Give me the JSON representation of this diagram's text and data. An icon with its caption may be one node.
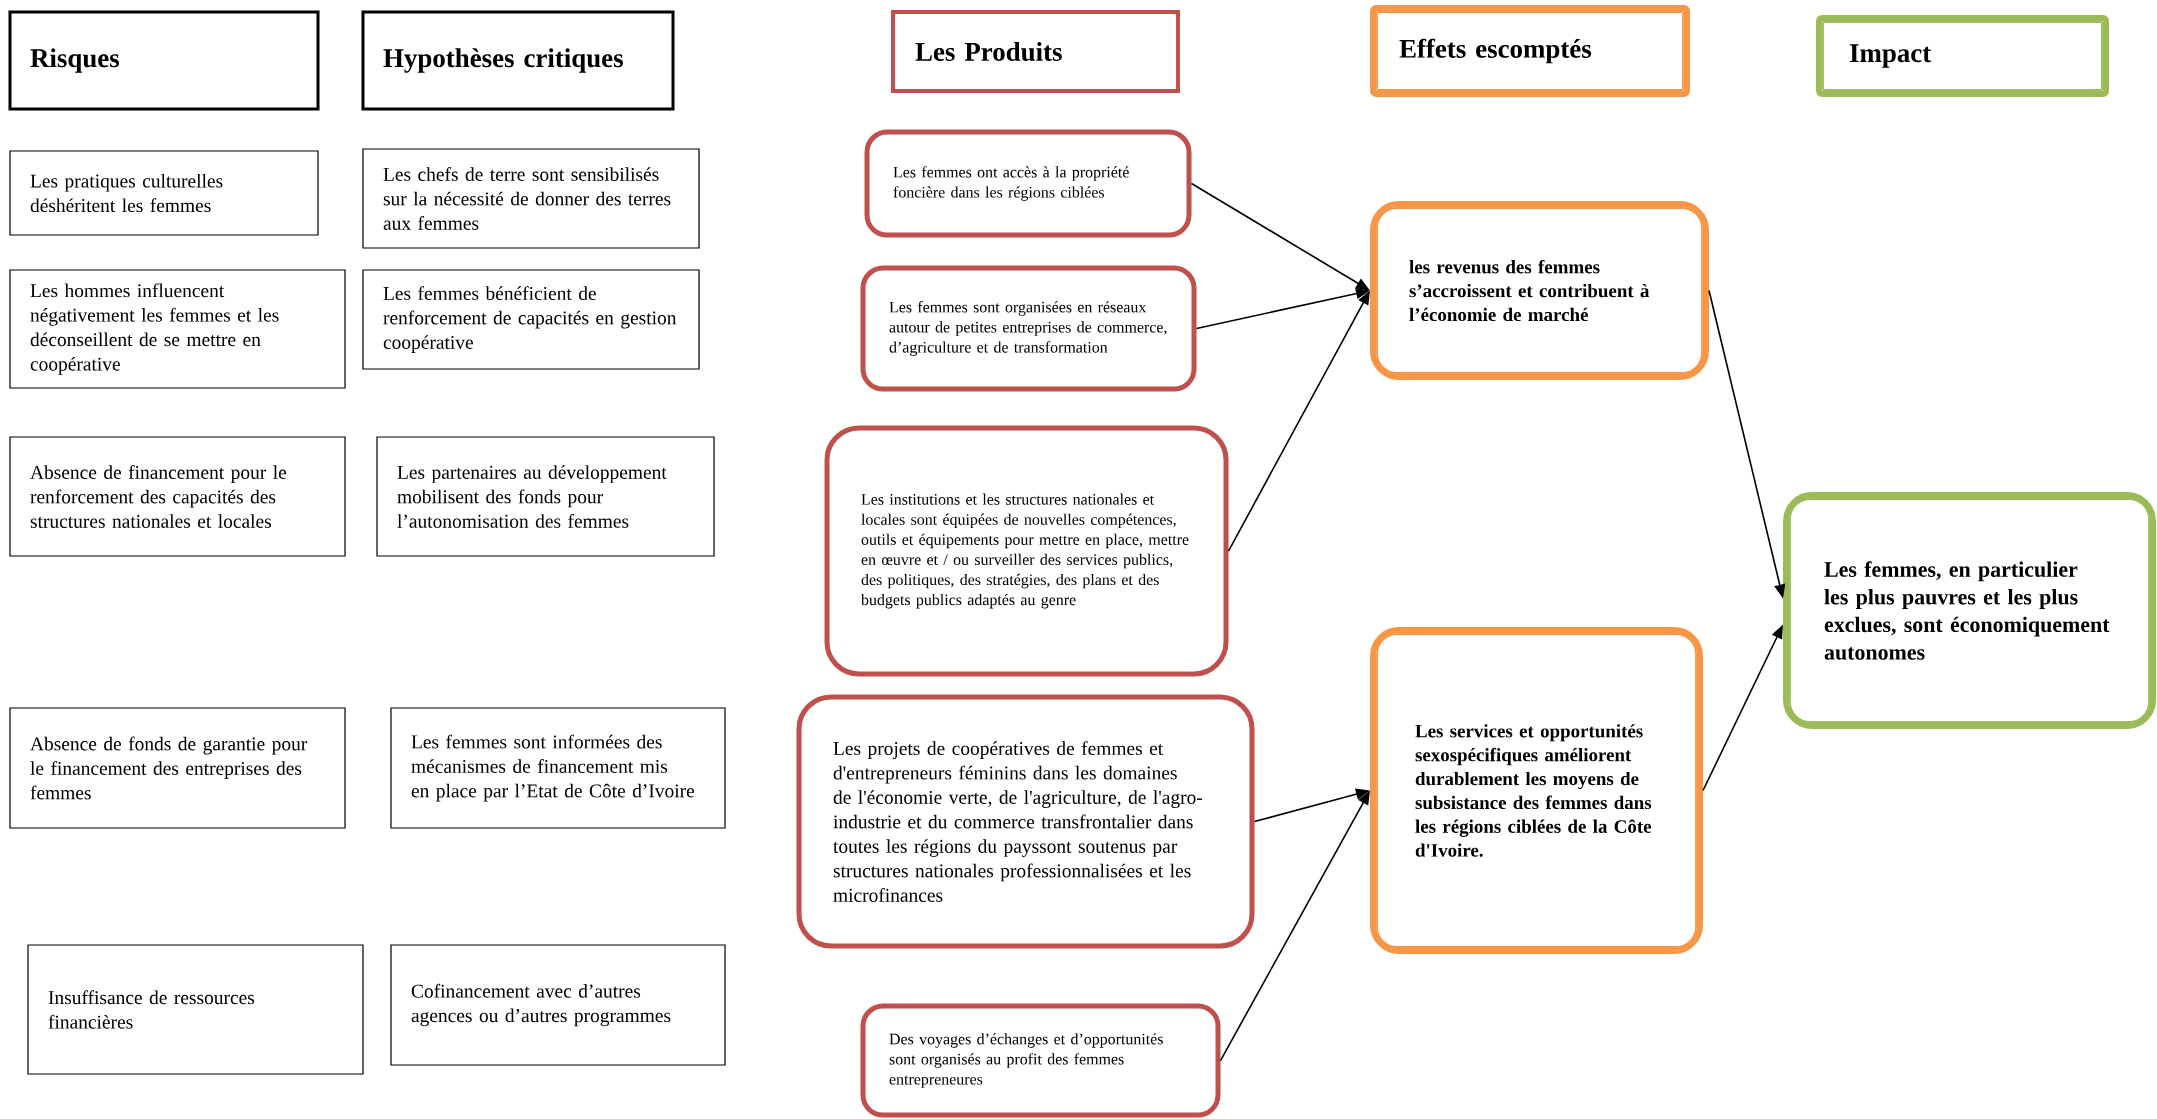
{
  "diagram": {
    "nodes": [
      {
        "text": [
          "Risques"
        ]
      },
      {
        "text": [
          "Hypothèses critiques"
        ]
      },
      {
        "text": [
          "Les Produits"
        ]
      },
      {
        "text": [
          "Effets escomptés"
        ]
      },
      {
        "text": [
          "Impact"
        ]
      },
      {
        "text": [
          "Les pratiques culturelles déshéritent les femmes"
        ]
      },
      {
        "text": [
          "Les hommes influencent négativement les femmes et les déconseillent de se mettre en coopérative"
        ]
      },
      {
        "text": [
          "Absence de financement pour le renforcement des capacités des structures nationales et locales"
        ]
      },
      {
        "text": [
          "Absence de fonds de garantie pour le financement des entreprises des femmes"
        ]
      },
      {
        "text": [
          "Insuffisance de ressources financières"
        ]
      },
      {
        "text": [
          "Les chefs de terre sont sensibilisés sur la nécessité de donner des terres aux femmes"
        ]
      },
      {
        "text": [
          "Les femmes bénéficient de renforcement de capacités en gestion coopérative"
        ]
      },
      {
        "text": [
          "Les partenaires au développement mobilisent des fonds pour l’autonomisation des femmes"
        ]
      },
      {
        "text": [
          "Les femmes sont informées des mécanismes de financement mis en place par l’Etat de Côte d’Ivoire"
        ]
      },
      {
        "text": [
          "Cofinancement avec d’autres agences ou d’autres programmes"
        ]
      },
      {
        "text": [
          "Les femmes ont accès à la propriété foncière dans les régions ciblées"
        ]
      },
      {
        "text": [
          "Les femmes sont organisées en réseaux autour de petites entreprises de commerce, d’agriculture et de transformation"
        ]
      },
      {
        "text": [
          "Les institutions et les structures nationales et locales sont équipées de nouvelles compétences, outils et équipements pour mettre en place, mettre en œuvre et / ou surveiller des services publics, des politiques, des stratégies, des plans et des budgets publics adaptés au genre"
        ]
      },
      {
        "text": [
          "Les projets de coopératives de femmes et d'entrepreneurs féminins dans les domaines de l'économie verte, de l'agriculture, de l'agro-industrie et du commerce transfrontalier dans toutes les régions du payssont soutenus par structures nationales professionnalisées et les microfinances"
        ]
      },
      {
        "text": [
          "Des voyages d’échanges et d’opportunités sont organisés au profit des femmes entrepreneures"
        ]
      },
      {
        "text": [
          "les revenus des femmes s’accroissent et contribuent à l’économie de marché"
        ]
      },
      {
        "text": [
          "Les services et opportunités sexospécifiques améliorent durablement les moyens de subsistance des femmes dans les régions ciblées de la Côte d'Ivoire."
        ]
      },
      {
        "text": [
          "Les femmes, en particulier les plus pauvres et les plus exclues, sont économiquement autonomes"
        ]
      }
    ],
    "edges": [
      {
        "from": 15,
        "to": 20,
        "arrow": "to"
      },
      {
        "from": 16,
        "to": 20,
        "arrow": "to"
      },
      {
        "from": 17,
        "to": 20,
        "arrow": "to"
      },
      {
        "from": 18,
        "to": 21,
        "arrow": "to"
      },
      {
        "from": 19,
        "to": 21,
        "arrow": "to"
      },
      {
        "from": 20,
        "to": 22,
        "arrow": "to"
      },
      {
        "from": 21,
        "to": 22,
        "arrow": "to"
      }
    ]
  }
}
